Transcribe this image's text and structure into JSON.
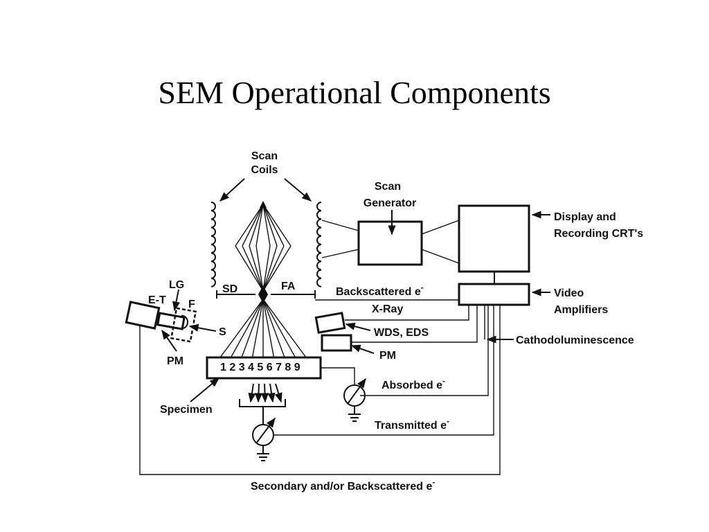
{
  "title": "SEM Operational Components",
  "labels": {
    "scan_coils_1": "Scan",
    "scan_coils_2": "Coils",
    "scan_generator_1": "Scan",
    "scan_generator_2": "Generator",
    "display_1": "Display and",
    "display_2": "Recording CRT's",
    "video_1": "Video",
    "video_2": "Amplifiers",
    "sd": "SD",
    "fa": "FA",
    "backscattered": "Backscattered e",
    "xray": "X-Ray",
    "wds_eds": "WDS, EDS",
    "pm_right": "PM",
    "cathodoluminescence": "Cathodoluminescence",
    "lg": "LG",
    "et": "E-T",
    "f": "F",
    "s": "S",
    "pm_left": "PM",
    "specimen_numbers": "1 2 3 4 5 6 7 8 9",
    "specimen": "Specimen",
    "absorbed": "Absorbed e",
    "transmitted": "Transmitted e",
    "secondary": "Secondary and/or Backscattered e",
    "superscript_minus": "-"
  }
}
